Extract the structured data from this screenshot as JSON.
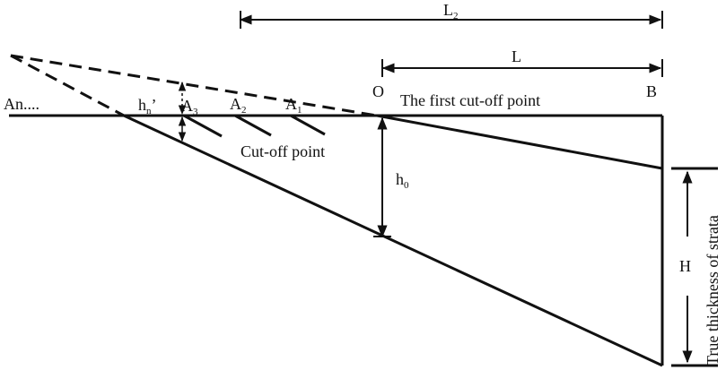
{
  "diagram": {
    "labels": {
      "l2": "L",
      "l2_sub": "2",
      "l": "L",
      "o": "O",
      "b": "B",
      "first_cutoff": "The first cut-off point",
      "an": "An....",
      "hn": "h",
      "hn_sub": "n",
      "hn_prime": "’",
      "a3": "A",
      "a3_sub": "3",
      "a2": "A",
      "a2_sub": "2",
      "a1": "A",
      "a1_sub": "1",
      "cutoff": "Cut-off point",
      "h0": "h",
      "h0_sub": "0",
      "h": "H",
      "true_thickness": "True thickness of strata"
    },
    "colors": {
      "stroke": "#111111",
      "background": "#ffffff"
    }
  }
}
